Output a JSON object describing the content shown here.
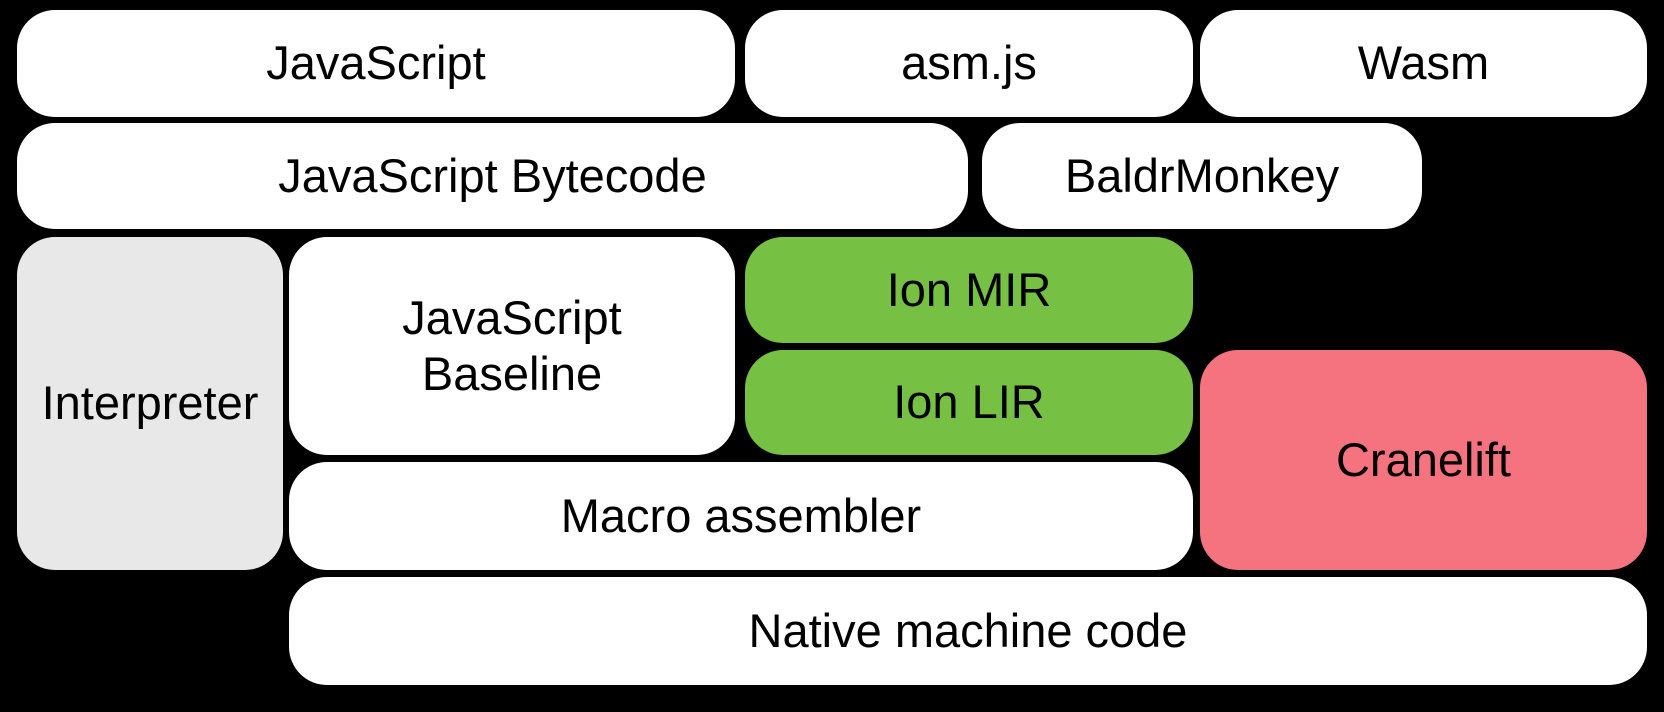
{
  "colors": {
    "background": "#000000",
    "node_white": "#ffffff",
    "node_gray": "#e8e8e8",
    "node_green": "#76c043",
    "node_pink": "#f4737f",
    "text": "#000000"
  },
  "nodes": {
    "javascript": {
      "label": "JavaScript"
    },
    "asmjs": {
      "label": "asm.js"
    },
    "wasm": {
      "label": "Wasm"
    },
    "js_bytecode": {
      "label": "JavaScript Bytecode"
    },
    "baldrmonkey": {
      "label": "BaldrMonkey"
    },
    "interpreter": {
      "label": "Interpreter"
    },
    "js_baseline": {
      "label": "JavaScript\nBaseline"
    },
    "ion_mir": {
      "label": "Ion MIR"
    },
    "ion_lir": {
      "label": "Ion LIR"
    },
    "cranelift": {
      "label": "Cranelift"
    },
    "macro_assembler": {
      "label": "Macro assembler"
    },
    "native_machine_code": {
      "label": "Native machine code"
    }
  }
}
